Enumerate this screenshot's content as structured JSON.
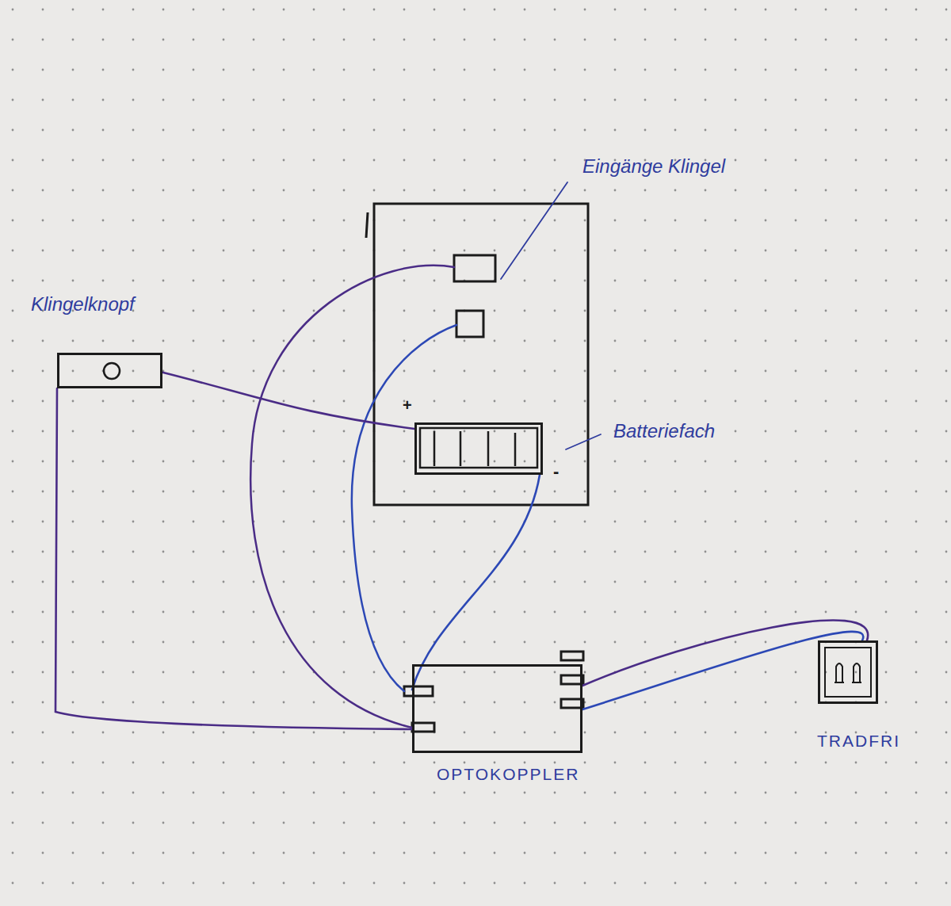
{
  "diagram": {
    "nodes": [
      {
        "text": [
          "Klingelknopf"
        ]
      },
      {
        "text": [
          "Batteriefach"
        ]
      },
      {
        "text": [
          "OPTOKOPPLER"
        ]
      },
      {
        "text": [
          "TRADFRI"
        ]
      }
    ],
    "edges": [
      {
        "from": 0,
        "to": 1,
        "arrow": "none"
      },
      {
        "from": 0,
        "to": 2,
        "arrow": "none"
      },
      {
        "from": 1,
        "to": 2,
        "arrow": "none"
      },
      {
        "from": 2,
        "to": 3,
        "arrow": "none"
      },
      {
        "from": 2,
        "to": 3,
        "arrow": "none"
      }
    ],
    "labels": [
      "Eingänge Klingel",
      "+",
      "-"
    ]
  }
}
